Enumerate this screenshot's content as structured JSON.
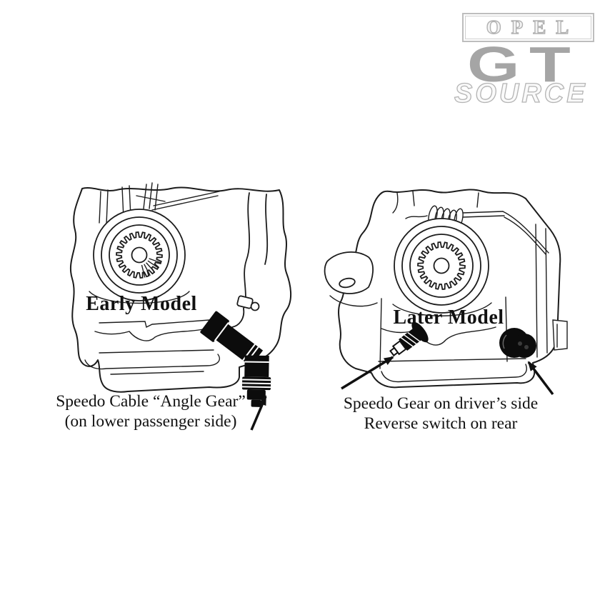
{
  "logo": {
    "opel_text": "OPEL",
    "gt_text": "GT",
    "source_text": "SOURCE",
    "colors": {
      "opel_outline": "#b2b2b2",
      "gt": "#a5a5a5",
      "source_outline": "#b4b4b4"
    }
  },
  "early_model": {
    "label": "Early Model",
    "caption_line1": "Speedo Cable “Angle Gear”",
    "caption_line2": "(on lower passenger side)"
  },
  "later_model": {
    "label": "Later Model",
    "caption_line1": "Speedo Gear on driver’s side",
    "caption_line2": "Reverse switch on rear"
  }
}
